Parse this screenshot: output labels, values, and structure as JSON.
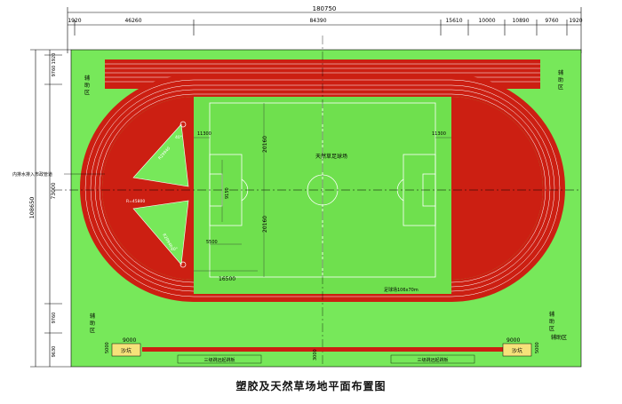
{
  "title": "塑胶及天然草场地平面布置图",
  "colors": {
    "background": "#ffffff",
    "grass": "#77e85a",
    "track": "#cc1f12",
    "field": "#6fe04e",
    "lines": "#ffffff",
    "dimension": "#000000"
  },
  "top_dimensions": {
    "overall": "180750",
    "segments": [
      "1920",
      "46260",
      "84390",
      "15610",
      "10000",
      "10890",
      "9760",
      "1920"
    ]
  },
  "left_dimensions": {
    "overall": "108650",
    "segments": [
      "1920",
      "9760",
      "73000",
      "9760",
      "9630"
    ]
  },
  "labels": {
    "field_name": "天然草足球场",
    "field_size": "足球场106x70m",
    "aux_area": "辅助区",
    "sandpit": "沙坑",
    "runway": "三级跳远起跳板",
    "drain": "内排水排入市政管道",
    "center_dim_left": "20160",
    "center_dim_right": "20160",
    "penalty_top": "11300",
    "penalty_top_right": "11300",
    "penalty_width": "5500",
    "penalty_depth": "16500",
    "center_circle": "9150",
    "shot_radius": "R=45800",
    "radius_a": "R29940",
    "radius_b": "R29940",
    "angle": "40°",
    "sand_width": "9000",
    "sand_depth": "5000",
    "runway_dim": "3000"
  }
}
